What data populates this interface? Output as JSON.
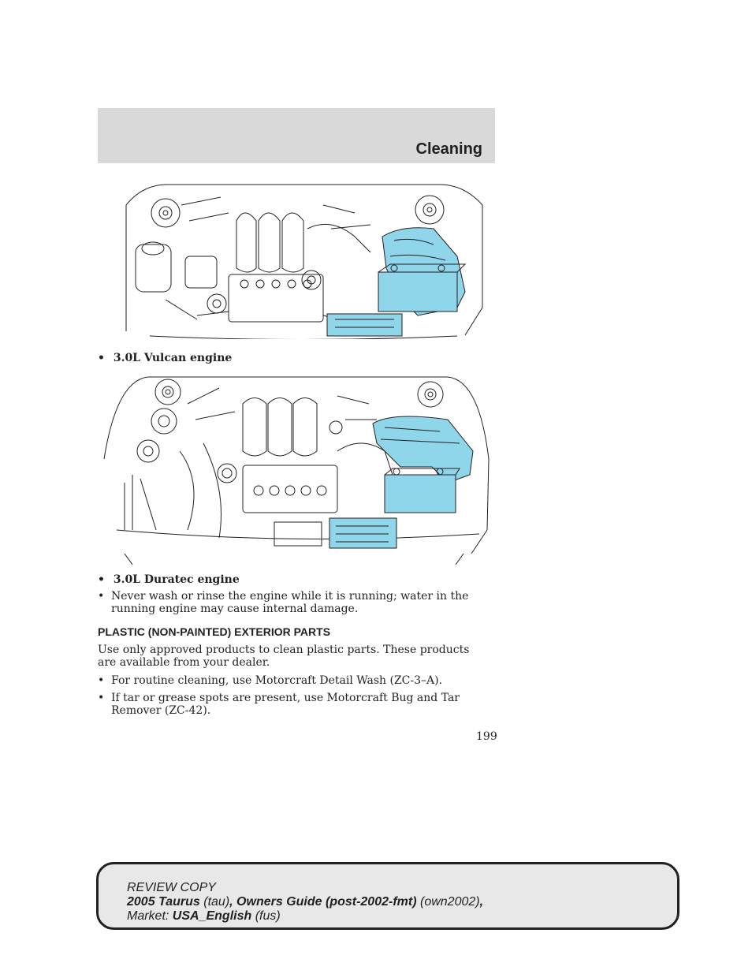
{
  "header": {
    "section_title": "Cleaning"
  },
  "figures": [
    {
      "caption": "3.0L Vulcan engine",
      "highlight_color": "#8fd6ea"
    },
    {
      "caption": "3.0L Duratec engine",
      "highlight_color": "#8fd6ea"
    }
  ],
  "bullets_engine": [
    "Never wash or rinse the engine while it is running; water in the running engine may cause internal damage."
  ],
  "plastic_section": {
    "heading": "PLASTIC (NON-PAINTED) EXTERIOR PARTS",
    "paragraph": "Use only approved products to clean plastic parts. These products are available from your dealer.",
    "bullets": [
      "For routine cleaning, use Motorcraft Detail Wash (ZC-3–A).",
      "If tar or grease spots are present, use Motorcraft Bug and Tar Remover (ZC-42)."
    ]
  },
  "page_number": "199",
  "footer": {
    "line1": "REVIEW COPY",
    "model": "2005 Taurus",
    "model_code": "(tau)",
    "guide": ", Owners Guide (post-2002-fmt)",
    "guide_code": "(own2002)",
    "comma": ",",
    "market_label": "Market:",
    "market": "USA_English",
    "market_code": "(fus)"
  },
  "bullet_symbol": "•"
}
